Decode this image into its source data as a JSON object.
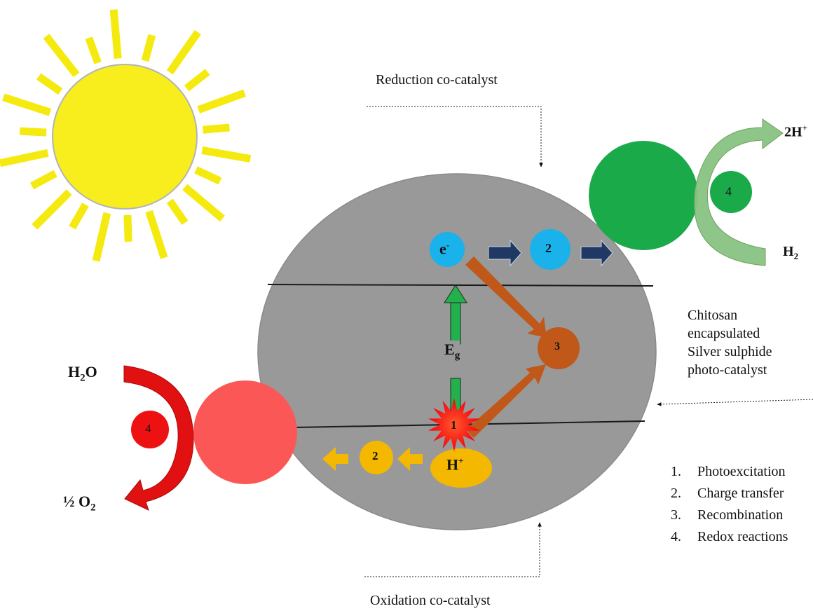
{
  "labels": {
    "reduction_cocatalyst": "Reduction  co-catalyst",
    "oxidation_cocatalyst": "Oxidation co-catalyst",
    "photocatalyst_description": [
      "Chitosan",
      "encapsulated",
      "Silver sulphide",
      "photo-catalyst"
    ]
  },
  "species": {
    "electron": "e",
    "electron_sup": "-",
    "hole": "H",
    "hole_sup": "+",
    "band_gap_main": "E",
    "band_gap_sub": "g",
    "h2o_main": "H",
    "h2o_sub": "2",
    "h2o_tail": "O",
    "half_o2_main": "½ O",
    "half_o2_sub": "2",
    "two_h_plus": "2H",
    "two_h_plus_sup": "+",
    "h2_main": "H",
    "h2_sub": "2"
  },
  "step_markers": {
    "photoexcitation": "1",
    "charge_transfer": "2",
    "recombination": "3",
    "redox": "4"
  },
  "legend": [
    {
      "num": "1.",
      "text": "Photoexcitation"
    },
    {
      "num": "2.",
      "text": "Charge transfer"
    },
    {
      "num": "3.",
      "text": "Recombination"
    },
    {
      "num": "4.",
      "text": "Redox reactions"
    }
  ],
  "colors": {
    "sun": "#f8ee1e",
    "sun_rays": "#f5ea0f",
    "particle": "#999999",
    "electron": "#1ab2ea",
    "hole": "#f5b800",
    "recombination": "#c0581a",
    "reduction_cocatalyst": "#1aaa4a",
    "oxidation_cocatalyst": "#fb5757",
    "redox_red": "#ee1111",
    "arrow_navy": "#1f3864",
    "band_gap_arrow": "#22b14c"
  }
}
